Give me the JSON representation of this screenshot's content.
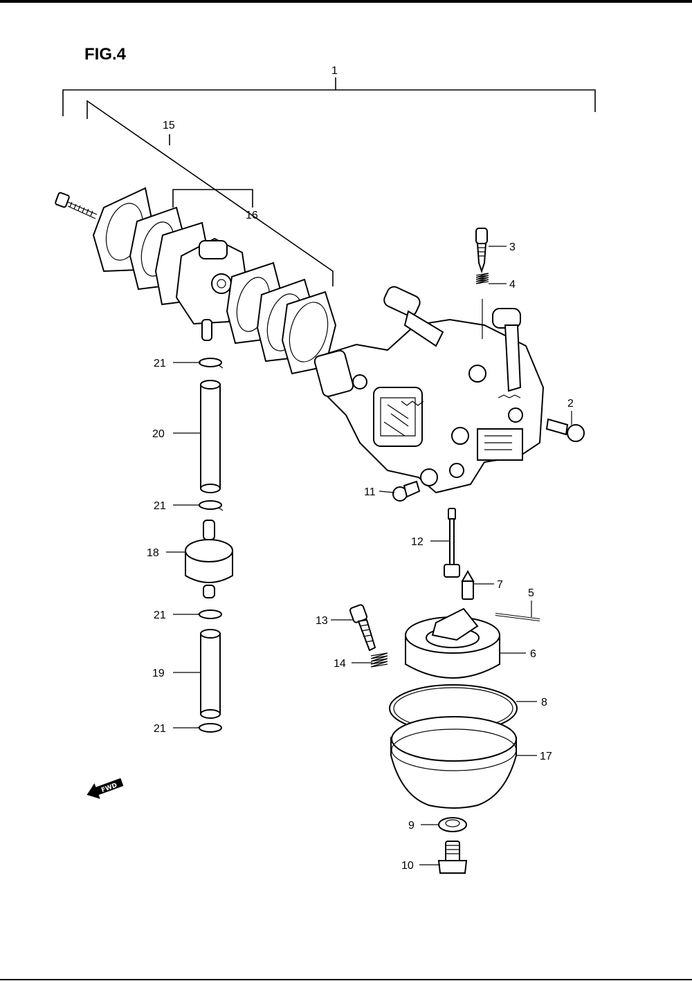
{
  "figure": {
    "title": "FIG.4",
    "direction_label": "FWD",
    "callouts": {
      "c1": "1",
      "c2": "2",
      "c3": "3",
      "c4": "4",
      "c5": "5",
      "c6": "6",
      "c7": "7",
      "c8": "8",
      "c9": "9",
      "c10": "10",
      "c11": "11",
      "c12": "12",
      "c13": "13",
      "c14": "14",
      "c15": "15",
      "c16": "16",
      "c17": "17",
      "c18": "18",
      "c19": "19",
      "c20": "20",
      "c21a": "21",
      "c21b": "21",
      "c21c": "21",
      "c21d": "21"
    }
  }
}
